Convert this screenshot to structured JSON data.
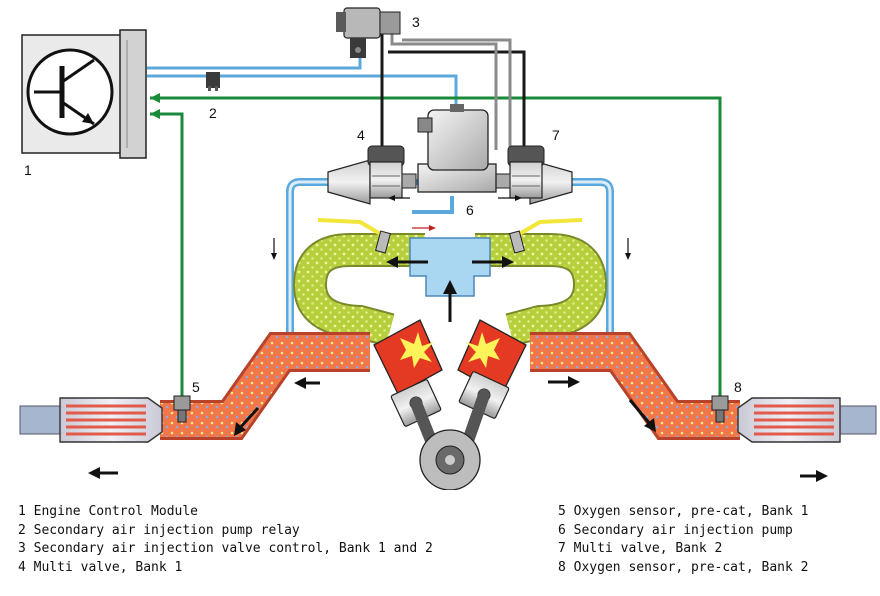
{
  "callouts": [
    "1",
    "2",
    "3",
    "4",
    "5",
    "6",
    "7",
    "8"
  ],
  "legend": {
    "left": [
      "1 Engine Control Module",
      "2 Secondary air injection pump relay",
      "3 Secondary air injection valve control, Bank 1 and 2",
      "4 Multi valve, Bank 1"
    ],
    "right": [
      "5 Oxygen sensor, pre-cat, Bank 1",
      "6 Secondary air injection pump",
      "7 Multi valve, Bank 2",
      "8 Oxygen sensor, pre-cat, Bank 2"
    ]
  },
  "colors": {
    "air_line": "#5aa8dc",
    "sensor_signal": "#1a8a3a",
    "control_wire": "#1a1a1a",
    "vacuum_line": "#8a8a8a",
    "exhaust": "#ef4a28",
    "intake_manifold": "#b6cf3c",
    "catalyst": "#e25a4a"
  }
}
